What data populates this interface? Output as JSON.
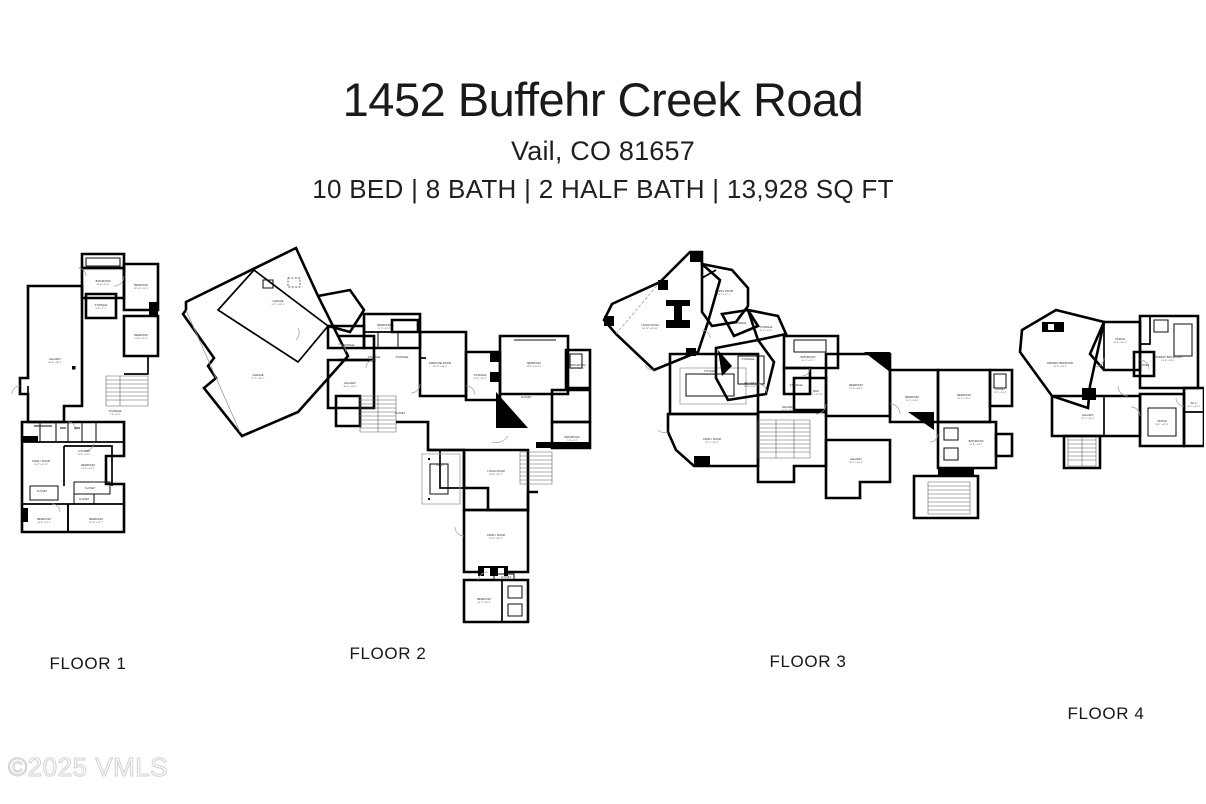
{
  "header": {
    "address": "1452 Buffehr Creek Road",
    "city_state_zip": "Vail, CO 81657",
    "specs": "10 BED | 8 BATH | 2 HALF BATH | 13,928 SQ FT",
    "beds": "10 BED",
    "baths": "8 BATH",
    "half_baths": "2 HALF BATH",
    "square_feet": "13,928 SQ FT"
  },
  "watermark": "©2025 VMLS",
  "colors": {
    "background": "#ffffff",
    "text": "#1a1a1a",
    "wall": "#000000",
    "watermark": "#c9c9cf"
  },
  "floors": [
    {
      "id": "floor-1",
      "label": "FLOOR 1",
      "rooms": [
        {
          "name": "BATHROOM",
          "dim": "10' 0\" x 8' 10\""
        },
        {
          "name": "STORAGE",
          "dim": "8' 9\" x 7' 2\""
        },
        {
          "name": "BEDROOM",
          "dim": "13' 10\" x 14' 4\""
        },
        {
          "name": "BEDROOM",
          "dim": "13' 8\" x 15' 3\""
        },
        {
          "name": "HALLWAY",
          "dim": "44' 3\" x 26' 1\""
        },
        {
          "name": "STORAGE",
          "dim": "7' 4\" x 5' 6\""
        },
        {
          "name": "KITCHEN",
          "dim": "13' 8\" x 14' 6\""
        },
        {
          "name": "FAMILY ROOM",
          "dim": "20' 2\" x 17' 8\""
        },
        {
          "name": "BEDROOM",
          "dim": "14' 0\" x 13' 2\""
        },
        {
          "name": "CLOSET",
          "dim": "7' 1\" x 5' 0\""
        },
        {
          "name": "CLOSET",
          "dim": "6' 4\" x 4' 8\""
        },
        {
          "name": "BEDROOM",
          "dim": "14' 3\" x 14' 7\""
        },
        {
          "name": "BEDROOM",
          "dim": "13' 10\" x 12' 7\""
        }
      ]
    },
    {
      "id": "floor-2",
      "label": "FLOOR 2",
      "rooms": [
        {
          "name": "GARAGE",
          "dim": "31' 7\" x 26' 1\""
        },
        {
          "name": "GARAGE",
          "dim": "31' 7\" x 30' 1\""
        },
        {
          "name": "STORAGE",
          "dim": "8' 2\" x 6' 4\""
        },
        {
          "name": "BEDROOM",
          "dim": "12' 7\" x 13' 1\""
        },
        {
          "name": "STORAGE",
          "dim": "7' 0\" x 6' 8\""
        },
        {
          "name": "STORAGE",
          "dim": "7' 2\" x 6' 8\""
        },
        {
          "name": "EXERCISE ROOM",
          "dim": "16' 10\" x 18' 4\""
        },
        {
          "name": "HALLWAY",
          "dim": "34' 5\" x 28' 3\""
        },
        {
          "name": "STORAGE",
          "dim": "11' 9\" x 16' 3\""
        },
        {
          "name": "CLOSET",
          "dim": "8' 2\" x 4' 1\""
        },
        {
          "name": "BEDROOM",
          "dim": "23' 8\" x 20' 10\""
        },
        {
          "name": "BATHROOM",
          "dim": "10' 7\" x 12' 1\""
        },
        {
          "name": "BATHROOM",
          "dim": "7' 9\" x 6' 3\""
        },
        {
          "name": "PATIO",
          "dim": "13' 2\" x 10' 1\""
        },
        {
          "name": "LIVING ROOM",
          "dim": "28' 0\" x 20' 7\""
        },
        {
          "name": "FAMILY ROOM",
          "dim": "22' 4\" x 18' 7\""
        },
        {
          "name": "BEDROOM",
          "dim": "14' 7\" x 16' 3\""
        },
        {
          "name": "CLOSET",
          "dim": "6' 0\" x 4' 4\""
        }
      ]
    },
    {
      "id": "floor-3",
      "label": "FLOOR 3",
      "rooms": [
        {
          "name": "LIVING ROOM",
          "dim": "30' 11\" x 30' 10\""
        },
        {
          "name": "DINING ROOM",
          "dim": "18' 7\" x 17' 2\""
        },
        {
          "name": "STORAGE",
          "dim": "6' 1\" x 4' 3\""
        },
        {
          "name": "STORAGE",
          "dim": "11' 3\" x 8' 10\""
        },
        {
          "name": "KITCHEN",
          "dim": "22' 10\" x 20' 4\""
        },
        {
          "name": "STORAGE",
          "dim": "7' 2\" x 6' 1\""
        },
        {
          "name": "HALLWAY",
          "dim": "9' 9\" x 11' 5\""
        },
        {
          "name": "BATHROOM",
          "dim": "10' 5\" x 12' 1\""
        },
        {
          "name": "STORAGE",
          "dim": "5' 3\" x 4' 0\""
        },
        {
          "name": "BAR",
          "dim": "7' 2\" x 10' 10\""
        },
        {
          "name": "BEDROOM",
          "dim": "17' 6\" x 18' 3\""
        },
        {
          "name": "HALLWAY",
          "dim": "43' 9\" x 44' 1\""
        },
        {
          "name": "FAMILY ROOM",
          "dim": "22' 1\" x 20' 3\""
        },
        {
          "name": "BEDROOM",
          "dim": "11' 3\" x 13' 8\""
        },
        {
          "name": "BEDROOM",
          "dim": "20' 5\" x 15' 3\""
        },
        {
          "name": "CLOSET",
          "dim": "11' 5\" x 12' 4\""
        },
        {
          "name": "HALLWAY",
          "dim": "20' 1\" x 18' 4\""
        },
        {
          "name": "BATHROOM",
          "dim": "12' 8\" x 14' 2\""
        }
      ]
    },
    {
      "id": "floor-4",
      "label": "FLOOR 4",
      "rooms": [
        {
          "name": "PRIMARY BEDROOM",
          "dim": "26' 0\" x 23' 4\""
        },
        {
          "name": "OFFICE",
          "dim": "16' 3\" x 10' 2\""
        },
        {
          "name": "PRIMARY BATHROOM",
          "dim": "14' 8\" x 18' 5\""
        },
        {
          "name": "CLOSET",
          "dim": "5' 2\" x 4' 6\""
        },
        {
          "name": "HALLWAY",
          "dim": "22' 1\" x 14' 3\""
        },
        {
          "name": "OFFICE",
          "dim": "13' 1\" x 11' 8\""
        },
        {
          "name": "W.I.C.",
          "dim": "10' 7\" x 14' 2\""
        }
      ]
    }
  ]
}
